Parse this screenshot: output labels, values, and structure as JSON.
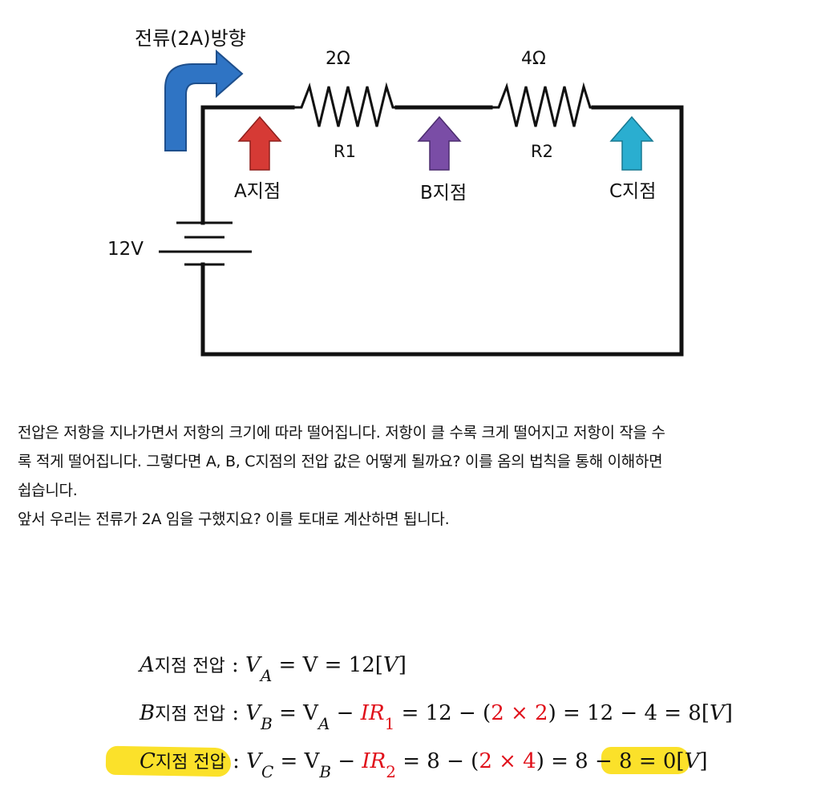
{
  "circuit": {
    "current_label": "전류(2A)방향",
    "r1_value": "2Ω",
    "r2_value": "4Ω",
    "r1_name": "R1",
    "r2_name": "R2",
    "point_a": "A지점",
    "point_b": "B지점",
    "point_c": "C지점",
    "battery": "12V",
    "colors": {
      "current_arrow": "#2f74c4",
      "arrow_a": "#d63a35",
      "arrow_b": "#7a4da6",
      "arrow_c": "#2aaed0"
    }
  },
  "paragraph": {
    "line1": "전압은 저항을 지나가면서 저항의 크기에 따라 떨어집니다. 저항이 클 수록  크게 떨어지고 저항이 작을 수",
    "line2": "록  적게 떨어집니다. 그렇다면 A, B, C지점의 전압 값은 어떻게 될까요? 이를 옴의 법칙을 통해 이해하면",
    "line3": "쉽습니다.",
    "line4": "앞서 우리는 전류가 2A 임을 구했지요? 이를 토대로 계산하면 됩니다."
  },
  "equations": {
    "a": {
      "point": "A",
      "label": "지점 전압",
      "colon": ":",
      "v": "V",
      "sub": "A",
      "rhs": "= V = 12[",
      "unit": "V",
      "close": "]"
    },
    "b": {
      "point": "B",
      "label": "지점 전압",
      "colon": ":",
      "v": "V",
      "sub": "B",
      "eq1": "= V",
      "sub2": "A",
      "minus": "−",
      "ir": "IR",
      "ir_sub": "1",
      "eq2": "= 12 − (",
      "calc": "2 × 2",
      "eq3": ") = 12 − 4 = 8[",
      "unit": "V",
      "close": "]"
    },
    "c": {
      "point": "C",
      "label": "지점 전압",
      "colon": ":",
      "v": "V",
      "sub": "C",
      "eq1": "= V",
      "sub2": "B",
      "minus": "−",
      "ir": "IR",
      "ir_sub": "2",
      "eq2": "= 8 − (",
      "calc": "2 × 4",
      "eq3": ") = 8 − 8 = 0[",
      "unit": "V",
      "close": "]"
    },
    "highlight_color": "#fbe12a"
  }
}
